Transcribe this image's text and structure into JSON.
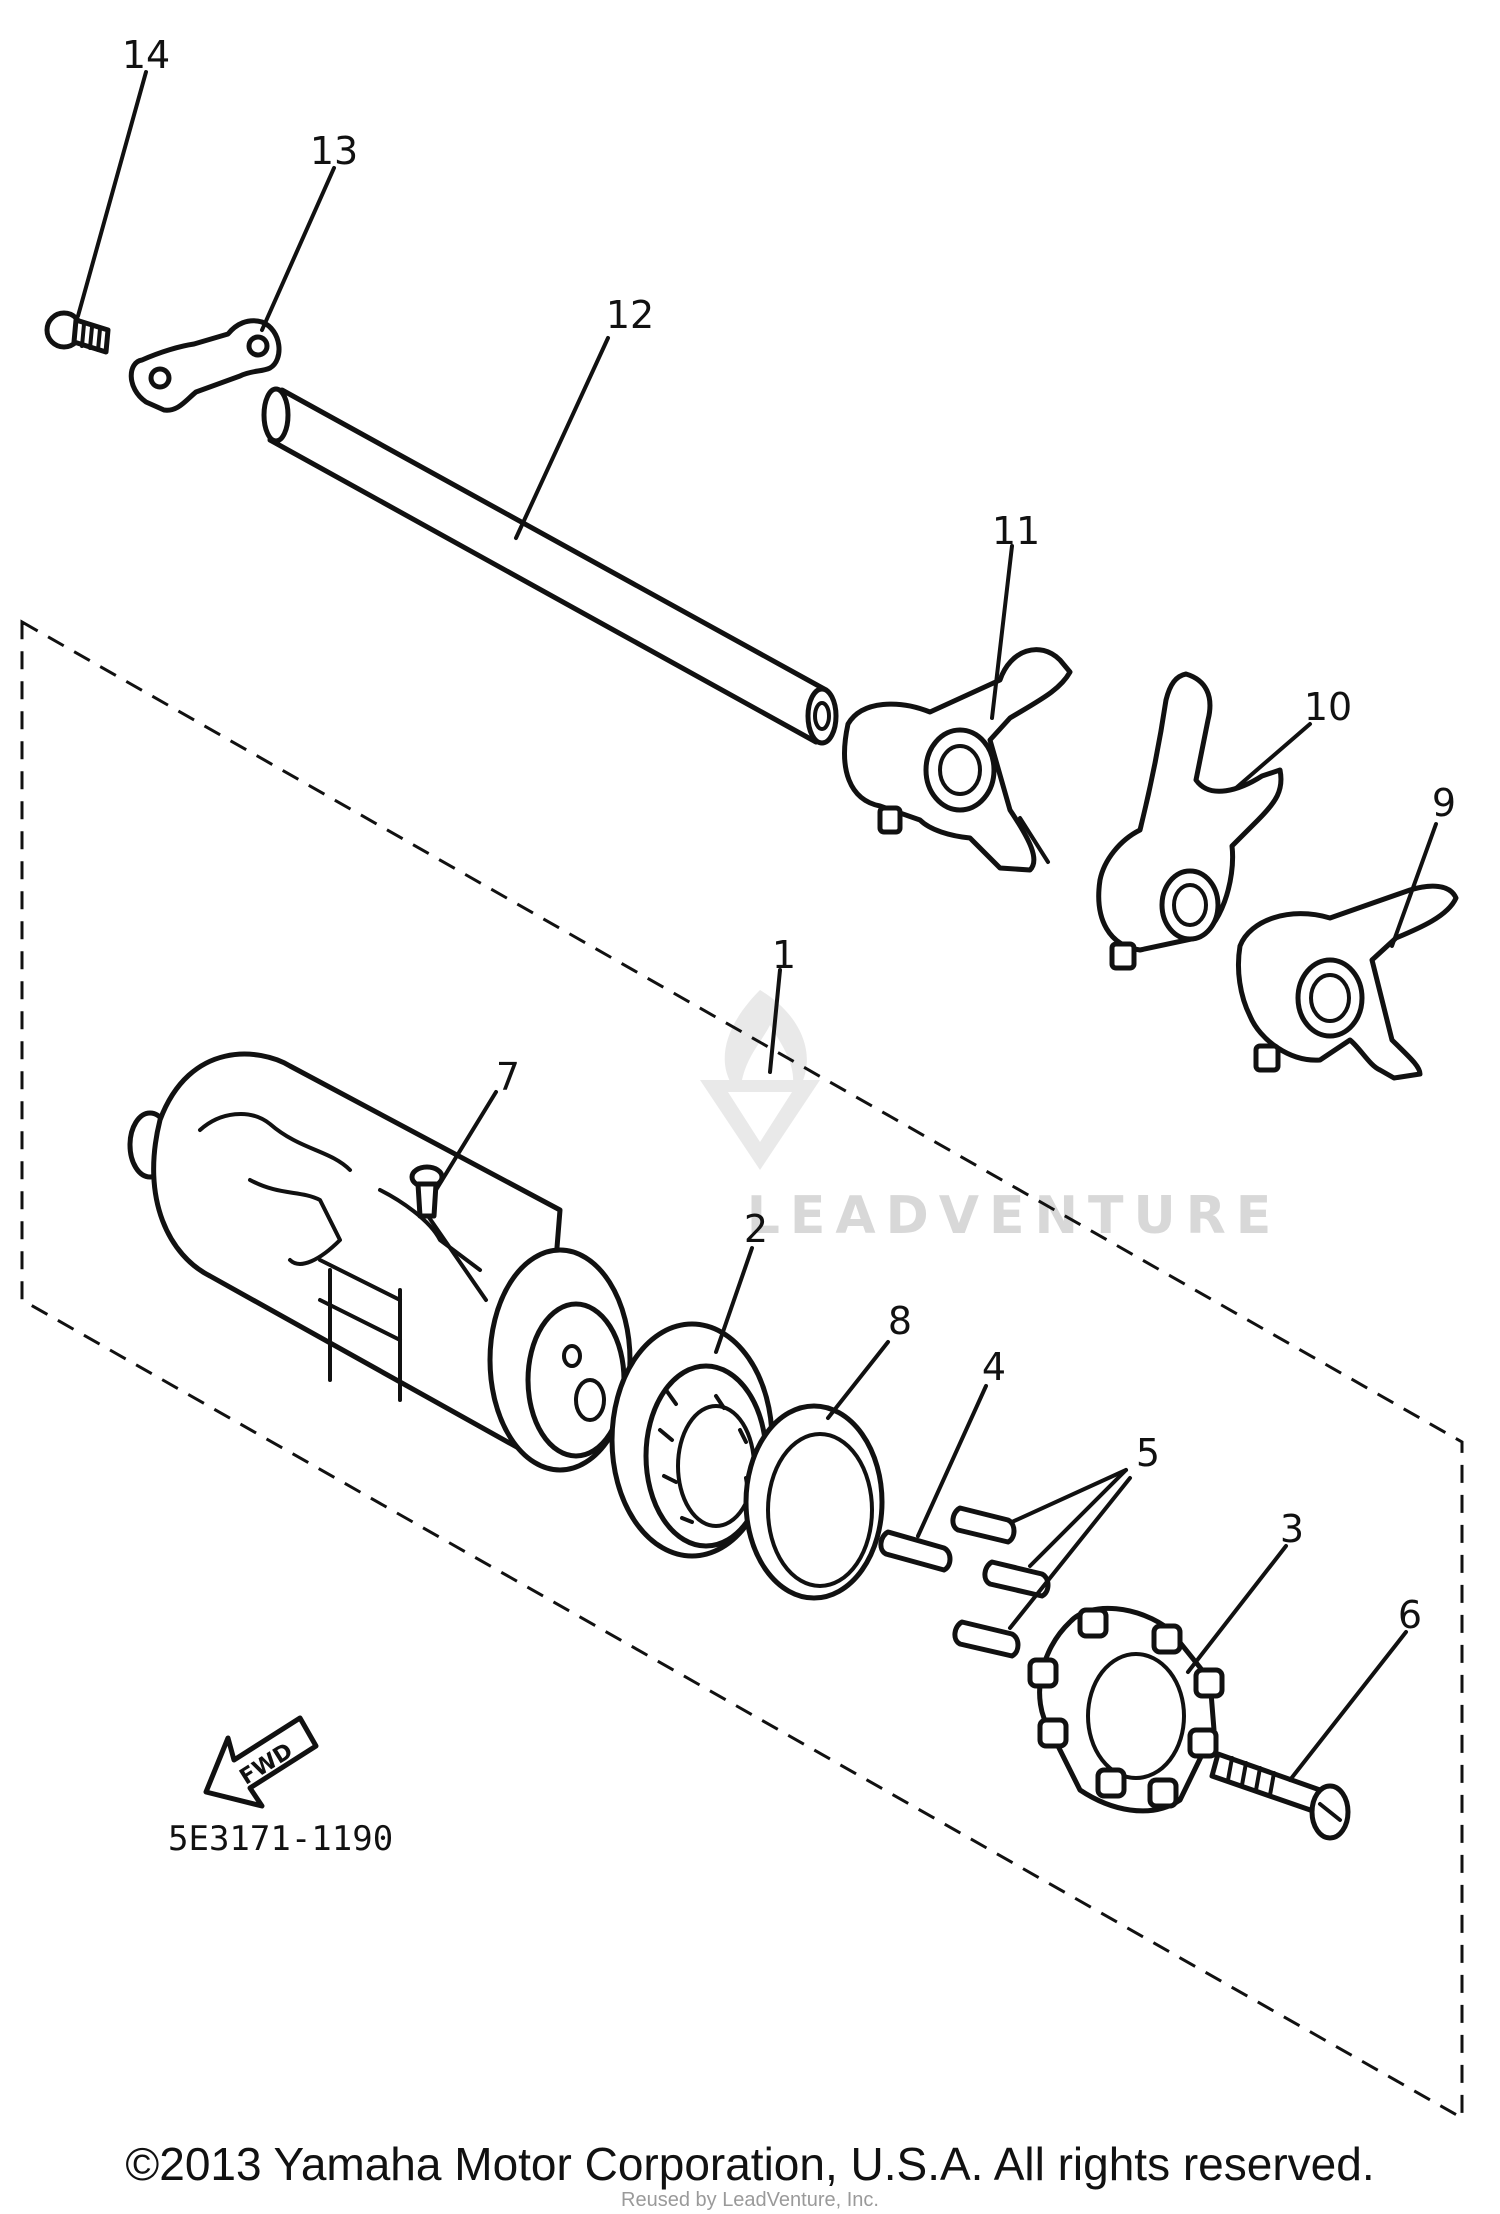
{
  "diagram": {
    "callouts": {
      "p1": "1",
      "p2": "2",
      "p3": "3",
      "p4": "4",
      "p5": "5",
      "p6": "6",
      "p7": "7",
      "p8": "8",
      "p9": "9",
      "p10": "10",
      "p11": "11",
      "p12": "12",
      "p13": "13",
      "p14": "14"
    },
    "arrow_label": "FWD",
    "drawing_code": "5E3171-1190",
    "watermark": "LEADVENTURE",
    "copyright": "©2013 Yamaha Motor Corporation, U.S.A. All rights reserved.",
    "footer_faint": "Reused by LeadVenture, Inc."
  }
}
